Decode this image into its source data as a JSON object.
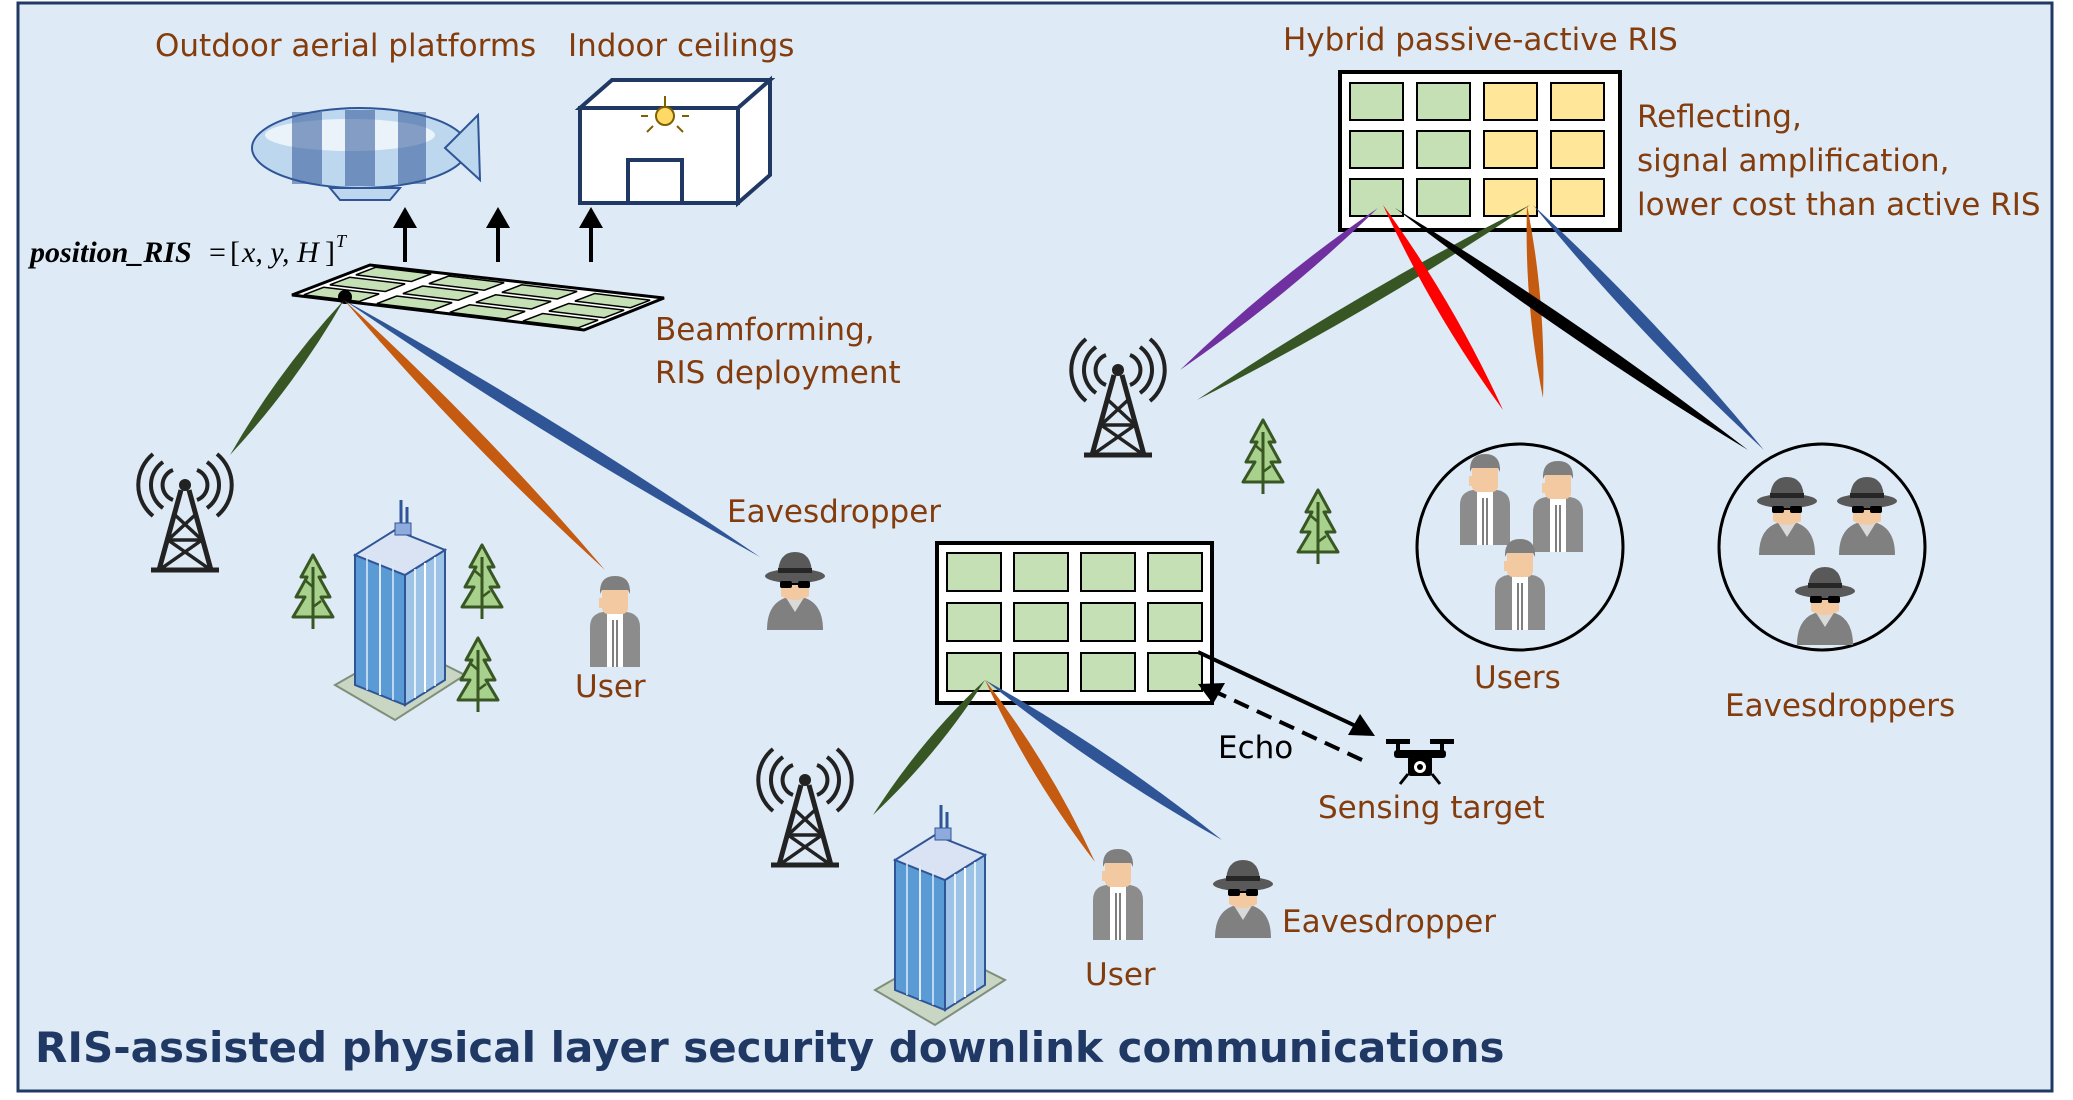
{
  "labels": {
    "outdoor": "Outdoor aerial platforms",
    "indoor": "Indoor ceilings",
    "hybrid": "Hybrid passive-active RIS",
    "reflecting_1": "Reflecting,",
    "reflecting_2": "signal amplification,",
    "reflecting_3": "lower cost than active RIS",
    "beamforming_1": "Beamforming,",
    "beamforming_2": "RIS deployment",
    "eavesdropper_left": "Eavesdropper",
    "user_left": "User",
    "users_right": "Users",
    "eavesdroppers_right": "Eavesdroppers",
    "echo": "Echo",
    "sensing_target": "Sensing  target",
    "user_bottom": "User",
    "eavesdropper_bottom": "Eavesdropper",
    "caption": "RIS-assisted physical layer security downlink communications"
  },
  "formula": {
    "name": "position_RIS",
    "eq": "=",
    "open": "[",
    "vars": "x, y, H",
    "close": "]",
    "sup": "T"
  },
  "colors": {
    "frame_border": "#203864",
    "frame_fill": "#deebf7",
    "element_green": "#c5e0b4",
    "element_yellow": "#ffe699",
    "label_brown": "#843c0c",
    "beam_green": "#375623",
    "beam_orange": "#c55a11",
    "beam_blue": "#2f5597",
    "beam_purple": "#7030a0",
    "beam_red": "#ff0000",
    "beam_black": "#000000",
    "caption": "#203864"
  },
  "icons": [
    "airship-icon",
    "building-ceiling-icon",
    "lamp-icon",
    "ris-panel-icon",
    "base-station-icon",
    "skyscraper-icon",
    "tree-icon",
    "user-icon",
    "eavesdropper-icon",
    "drone-icon"
  ]
}
